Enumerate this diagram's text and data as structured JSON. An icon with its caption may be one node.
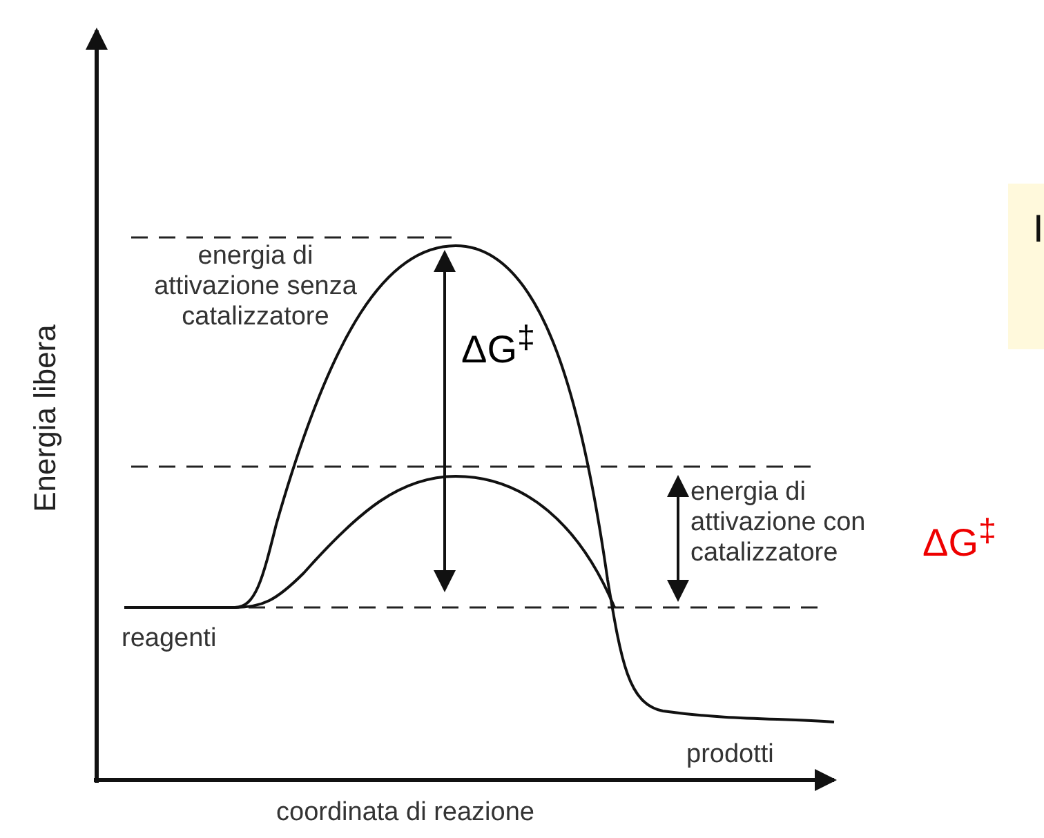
{
  "diagram": {
    "nodes": [
      {
        "text": [
          "I"
        ]
      }
    ],
    "labels": [
      "Energia libera",
      "energia di attivazione senza catalizzatore",
      "ΔG$^{‡}$",
      "energia di attivazione con catalizzatore",
      "ΔG$^{‡}$",
      "reagenti",
      "prodotti",
      "coordinata di reazione"
    ]
  }
}
